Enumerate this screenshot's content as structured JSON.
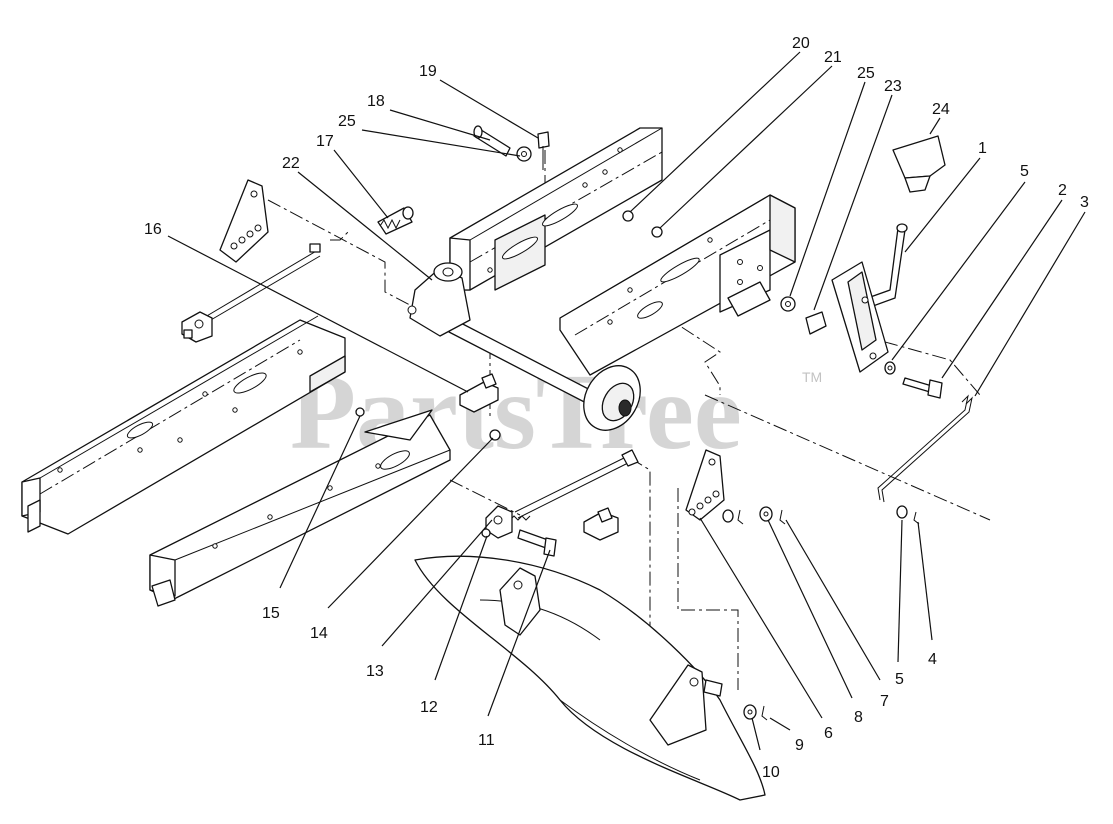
{
  "watermark": {
    "text": "PartsTree",
    "trademark": "TM"
  },
  "callouts": [
    "20",
    "21",
    "25",
    "23",
    "24",
    "19",
    "18",
    "25",
    "17",
    "22",
    "1",
    "5",
    "2",
    "3",
    "16",
    "15",
    "14",
    "13",
    "12",
    "11",
    "10",
    "9",
    "6",
    "8",
    "7",
    "5",
    "4"
  ]
}
